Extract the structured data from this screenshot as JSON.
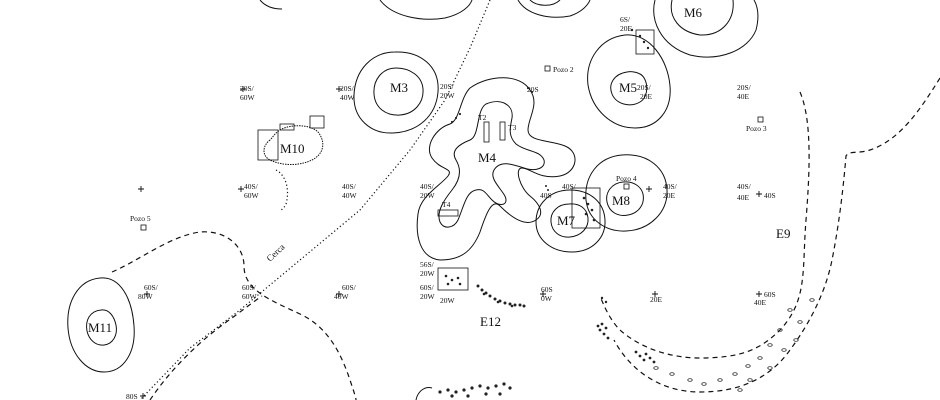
{
  "map": {
    "mounds": [
      "M3",
      "M4",
      "M5",
      "M6",
      "M7",
      "M8",
      "M10",
      "M11"
    ],
    "zones": [
      "E9",
      "E12"
    ],
    "wells": [
      "Pozo 2",
      "Pozo 3",
      "Pozo 4",
      "Pozo 5"
    ],
    "trenches": [
      "T2",
      "T3",
      "T4"
    ],
    "fence_label": "Cerca",
    "grid_labels": [
      "6S/",
      "20E",
      "20S/",
      "60W",
      "20S/",
      "40W",
      "20S/",
      "20W",
      "20S",
      "20S/",
      "20E",
      "20S/",
      "40E",
      "40S/",
      "60W",
      "40S/",
      "40W",
      "40S/",
      "20W",
      "40S/",
      "40S",
      "40S/",
      "20E",
      "40S/",
      "40E",
      "40S",
      "56S/",
      "20W",
      "60S/",
      "80W",
      "60S/",
      "60W",
      "60S/",
      "40W",
      "60S/",
      "20W",
      "20W",
      "60S",
      "0W",
      "20E",
      "60S",
      "40E",
      "80S"
    ]
  }
}
